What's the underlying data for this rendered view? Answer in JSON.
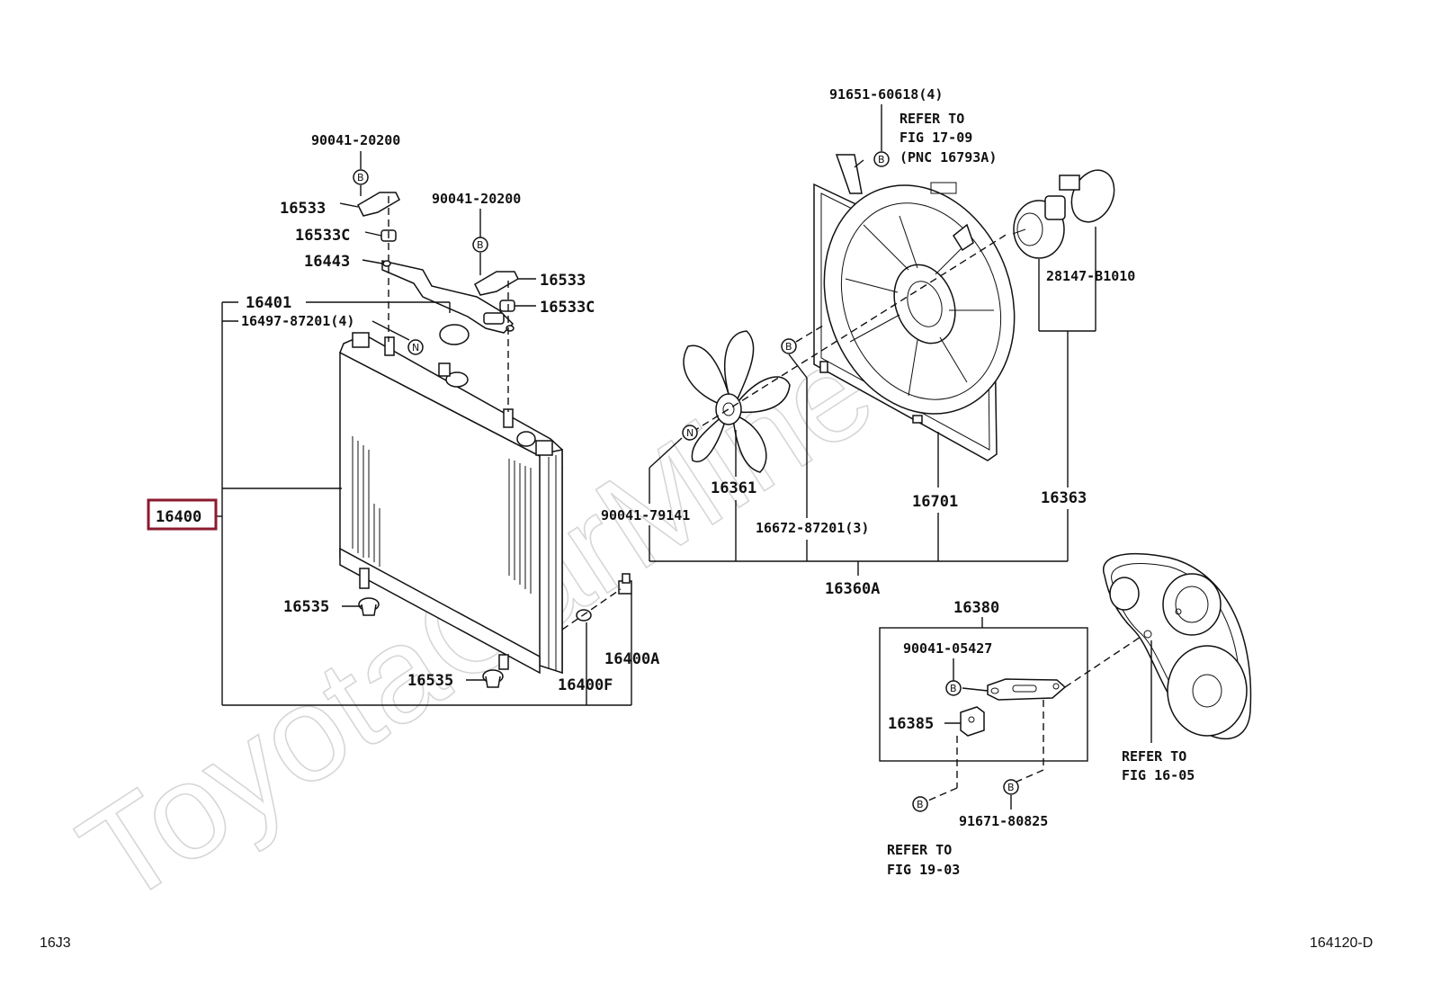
{
  "watermark": "ToyotaCarMine.ru",
  "corner_left": "16J3",
  "corner_right": "164120-D",
  "highlight_color": "#8b1a2e",
  "labels": {
    "p90041_20200_a": "90041-20200",
    "p90041_20200_b": "90041-20200",
    "p16533_a": "16533",
    "p16533c_a": "16533C",
    "p16443": "16443",
    "p16533_b": "16533",
    "p16533c_b": "16533C",
    "p16401": "16401",
    "p16497": "16497-87201(4)",
    "p16400": "16400",
    "p16535_a": "16535",
    "p16535_b": "16535",
    "p16400a": "16400A",
    "p16400f": "16400F",
    "p91651": "91651-60618(4)",
    "p28147": "28147-B1010",
    "p16361": "16361",
    "p90041_79141": "90041-79141",
    "p16672": "16672-87201(3)",
    "p16701": "16701",
    "p16363": "16363",
    "p16360a": "16360A",
    "p16380": "16380",
    "p90041_05427": "90041-05427",
    "p16385": "16385",
    "p91671": "91671-80825"
  },
  "refs": {
    "fig17_09": [
      "REFER TO",
      "FIG 17-09",
      "(PNC 16793A)"
    ],
    "fig16_05": [
      "REFER TO",
      "FIG 16-05"
    ],
    "fig19_03": [
      "REFER TO",
      "FIG 19-03"
    ]
  },
  "callout_letters": {
    "b": "B",
    "n": "N"
  }
}
